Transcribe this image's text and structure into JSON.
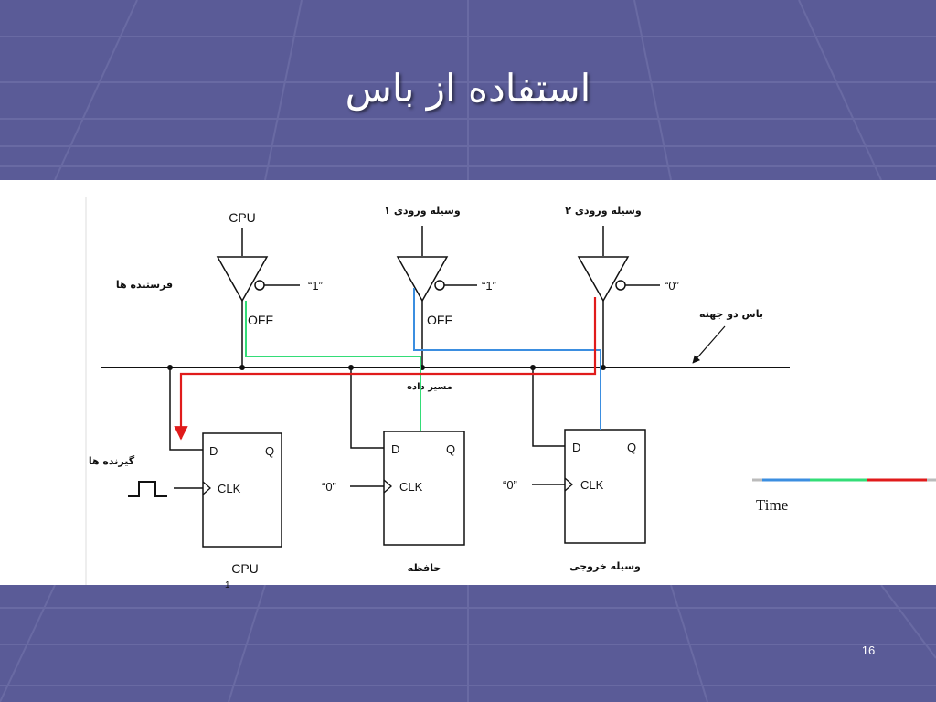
{
  "slide": {
    "title": "استفاده از باس",
    "page_number": "16"
  },
  "diagram": {
    "senders_label": "فرستنده ها",
    "receivers_label": "گیرنده ها",
    "bus_label": "باس دو جهته",
    "data_path_label": "مسیر داده",
    "time_label": "Time",
    "mark_1": "1",
    "buffers": [
      {
        "label": "CPU",
        "control": "“1”",
        "state": "OFF"
      },
      {
        "label": "وسیله ورودی ۱",
        "control": "“1”",
        "state": "OFF"
      },
      {
        "label": "وسیله ورودی ۲",
        "control": "“0”",
        "state": ""
      }
    ],
    "flipflops": [
      {
        "name": "CPU",
        "d": "D",
        "q": "Q",
        "clk": "CLK",
        "clk_input": ""
      },
      {
        "name": "حافظه",
        "d": "D",
        "q": "Q",
        "clk": "CLK",
        "clk_input": "“0”"
      },
      {
        "name": "وسیله خروجی",
        "d": "D",
        "q": "Q",
        "clk": "CLK",
        "clk_input": "“0”"
      }
    ],
    "colors": {
      "cpu_path": "#33dd77",
      "input1_path": "#3b8ee0",
      "input2_path": "#e01b1b",
      "wire": "#111111",
      "slide_bg": "#5a5b97"
    }
  }
}
